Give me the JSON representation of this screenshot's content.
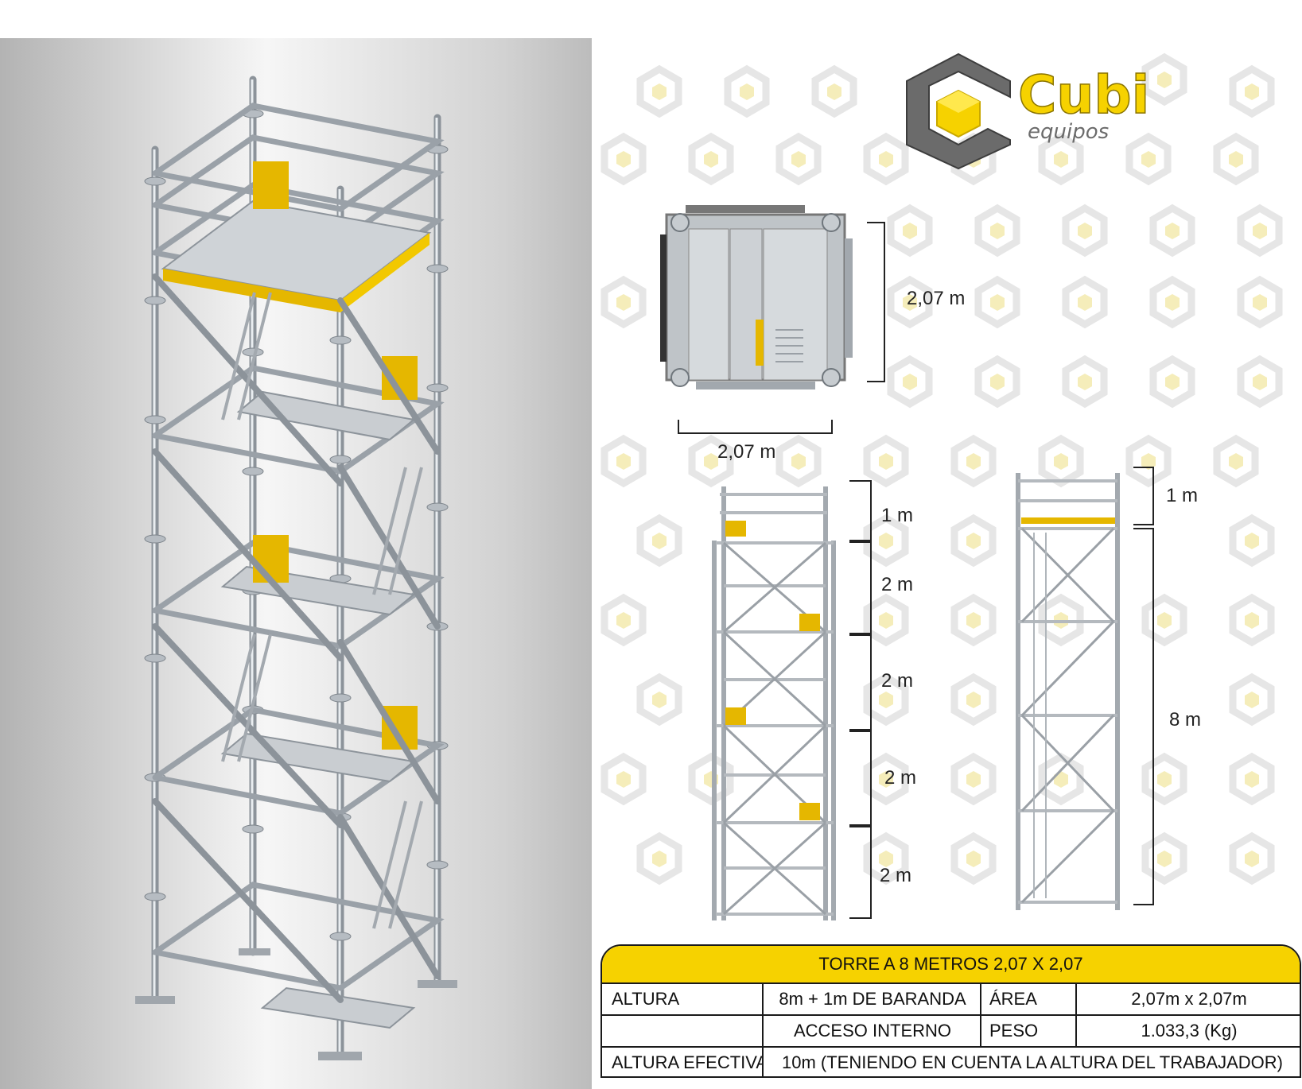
{
  "brand": {
    "name": "Cubi",
    "tagline": "equipos",
    "colors": {
      "yellow": "#f6d200",
      "gray": "#6e6e6e",
      "dark": "#3a3a3a"
    }
  },
  "plan_view": {
    "width_label": "2,07 m",
    "depth_label": "2,07 m"
  },
  "front_view": {
    "segment_labels": [
      "1 m",
      "2 m",
      "2 m",
      "2 m",
      "2 m"
    ]
  },
  "side_view": {
    "railing_label": "1 m",
    "total_label": "8 m"
  },
  "spec_table": {
    "title": "TORRE A 8 METROS 2,07 X 2,07",
    "rows": [
      {
        "label": "ALTURA",
        "value": "8m + 1m DE BARANDA",
        "label2": "ÁREA",
        "value2": "2,07m x 2,07m"
      },
      {
        "label": "",
        "value": "ACCESO INTERNO",
        "label2": "PESO",
        "value2": "1.033,3 (Kg)"
      }
    ],
    "effective": {
      "label": "ALTURA EFECTIVA",
      "value": "10m (TENIENDO EN CUENTA LA ALTURA DEL TRABAJADOR)"
    }
  }
}
